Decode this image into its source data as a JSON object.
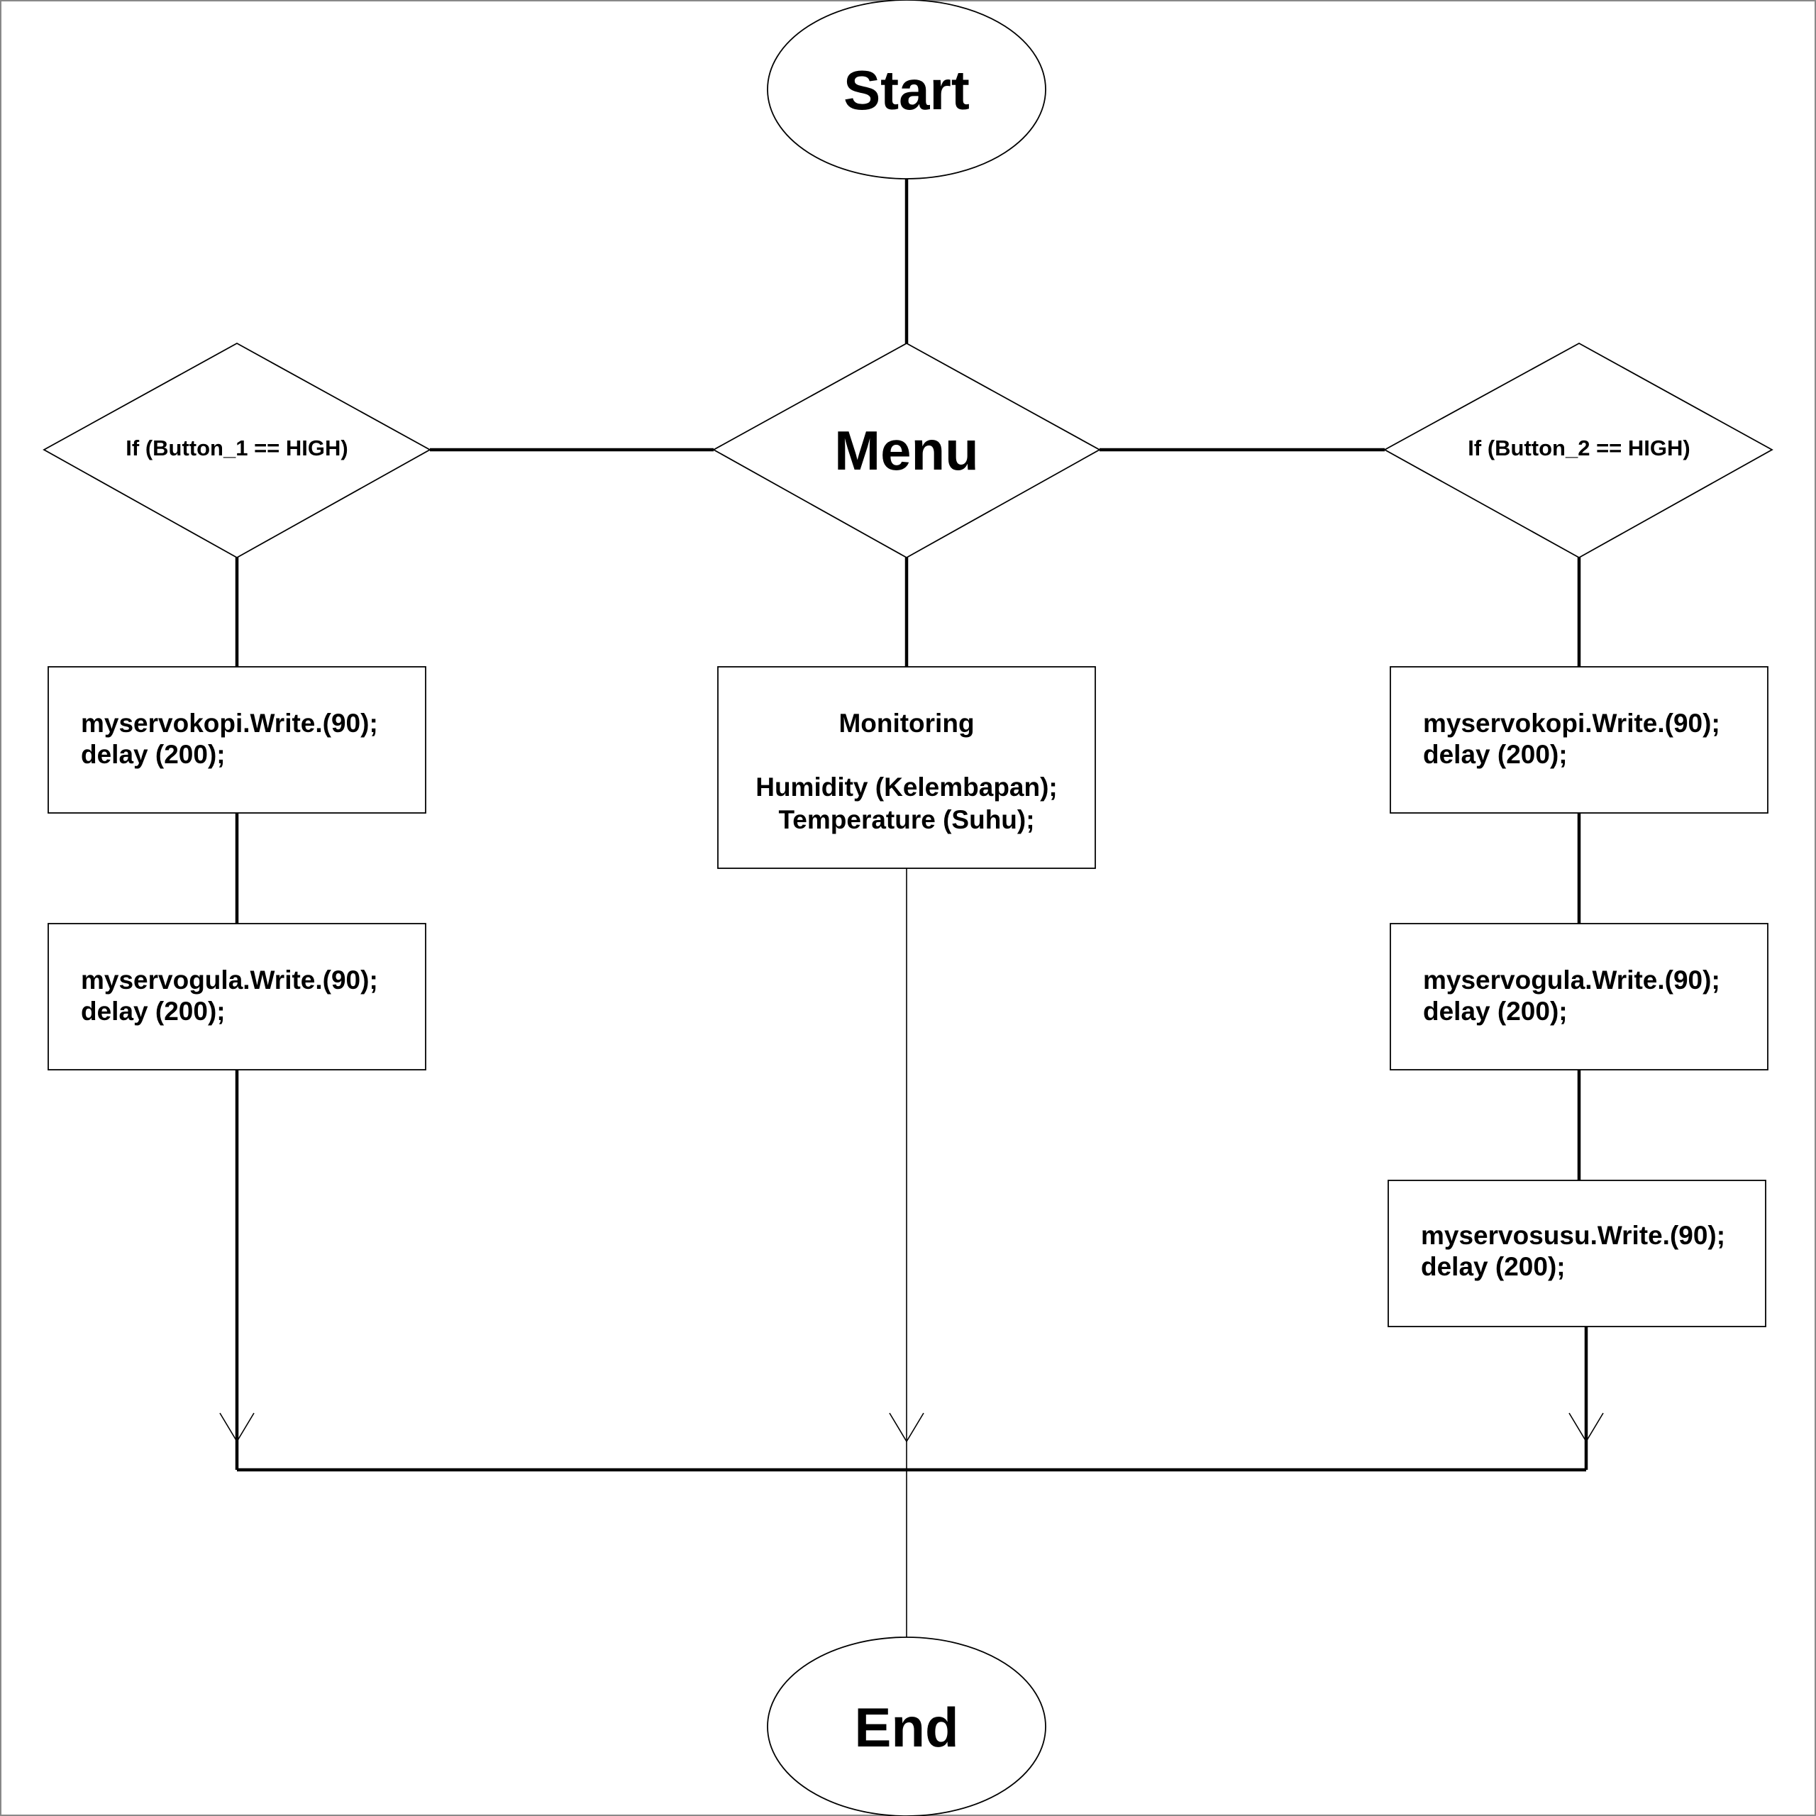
{
  "diagram": {
    "start": {
      "label": "Start"
    },
    "menu": {
      "label": "Menu"
    },
    "decision_left": {
      "label": "If (Button_1 == HIGH)"
    },
    "decision_right": {
      "label": "If (Button_2 == HIGH)"
    },
    "monitoring": {
      "title": "Monitoring",
      "lines": [
        "Humidity (Kelembapan);",
        "Temperature (Suhu);"
      ]
    },
    "left_steps": [
      {
        "lines": [
          "myservokopi.Write.(90);",
          "delay (200);"
        ]
      },
      {
        "lines": [
          "myservogula.Write.(90);",
          "delay (200);"
        ]
      }
    ],
    "right_steps": [
      {
        "lines": [
          "myservokopi.Write.(90);",
          "delay (200);"
        ]
      },
      {
        "lines": [
          "myservogula.Write.(90);",
          "delay (200);"
        ]
      },
      {
        "lines": [
          "myservosusu.Write.(90);",
          "delay (200);"
        ]
      }
    ],
    "end": {
      "label": "End"
    }
  }
}
